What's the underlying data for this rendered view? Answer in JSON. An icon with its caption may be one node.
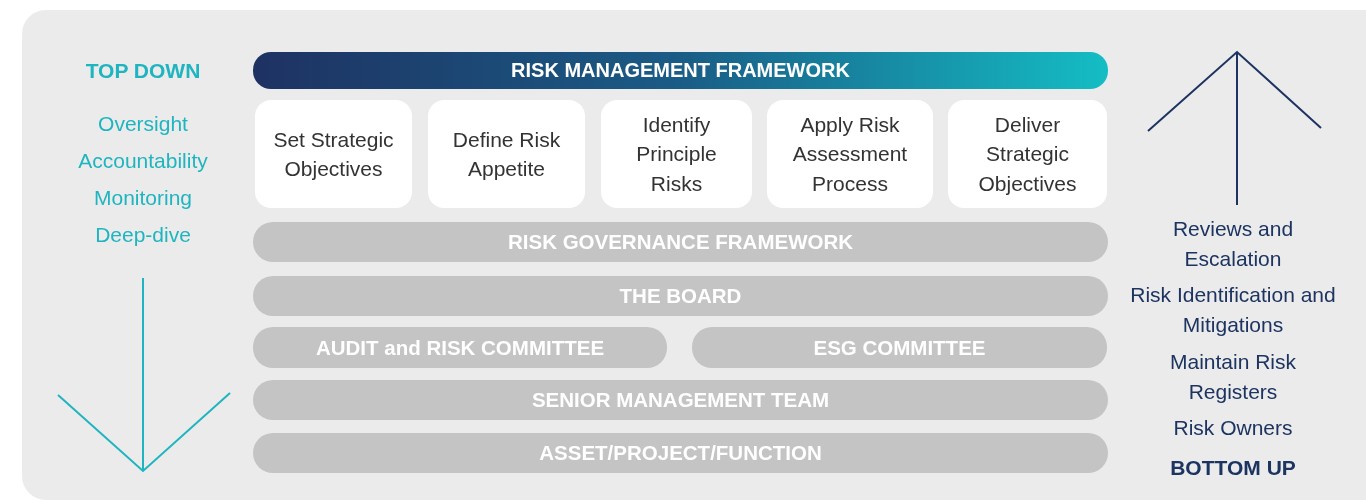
{
  "diagram": {
    "nodes": [
      {
        "text": [
          "RISK MANAGEMENT FRAMEWORK"
        ]
      },
      {
        "text": [
          "Set Strategic Objectives"
        ]
      },
      {
        "text": [
          "Define Risk Appetite"
        ]
      },
      {
        "text": [
          "Identify Principle Risks"
        ]
      },
      {
        "text": [
          "Apply Risk Assessment Process"
        ]
      },
      {
        "text": [
          "Deliver Strategic Objectives"
        ]
      },
      {
        "text": [
          "RISK GOVERNANCE FRAMEWORK"
        ]
      },
      {
        "text": [
          "THE BOARD"
        ]
      },
      {
        "text": [
          "AUDIT and RISK COMMITTEE"
        ]
      },
      {
        "text": [
          "ESG COMMITTEE"
        ]
      },
      {
        "text": [
          "SENIOR MANAGEMENT TEAM"
        ]
      },
      {
        "text": [
          "ASSET/PROJECT/FUNCTION"
        ]
      }
    ],
    "labels": [
      "TOP DOWN",
      "Oversight",
      "Accountability",
      "Monitoring",
      "Deep-dive",
      "Reviews and Escalation",
      "Risk Identification and Mitigations",
      "Maintain Risk Registers",
      "Risk Owners",
      "BOTTOM UP"
    ]
  }
}
